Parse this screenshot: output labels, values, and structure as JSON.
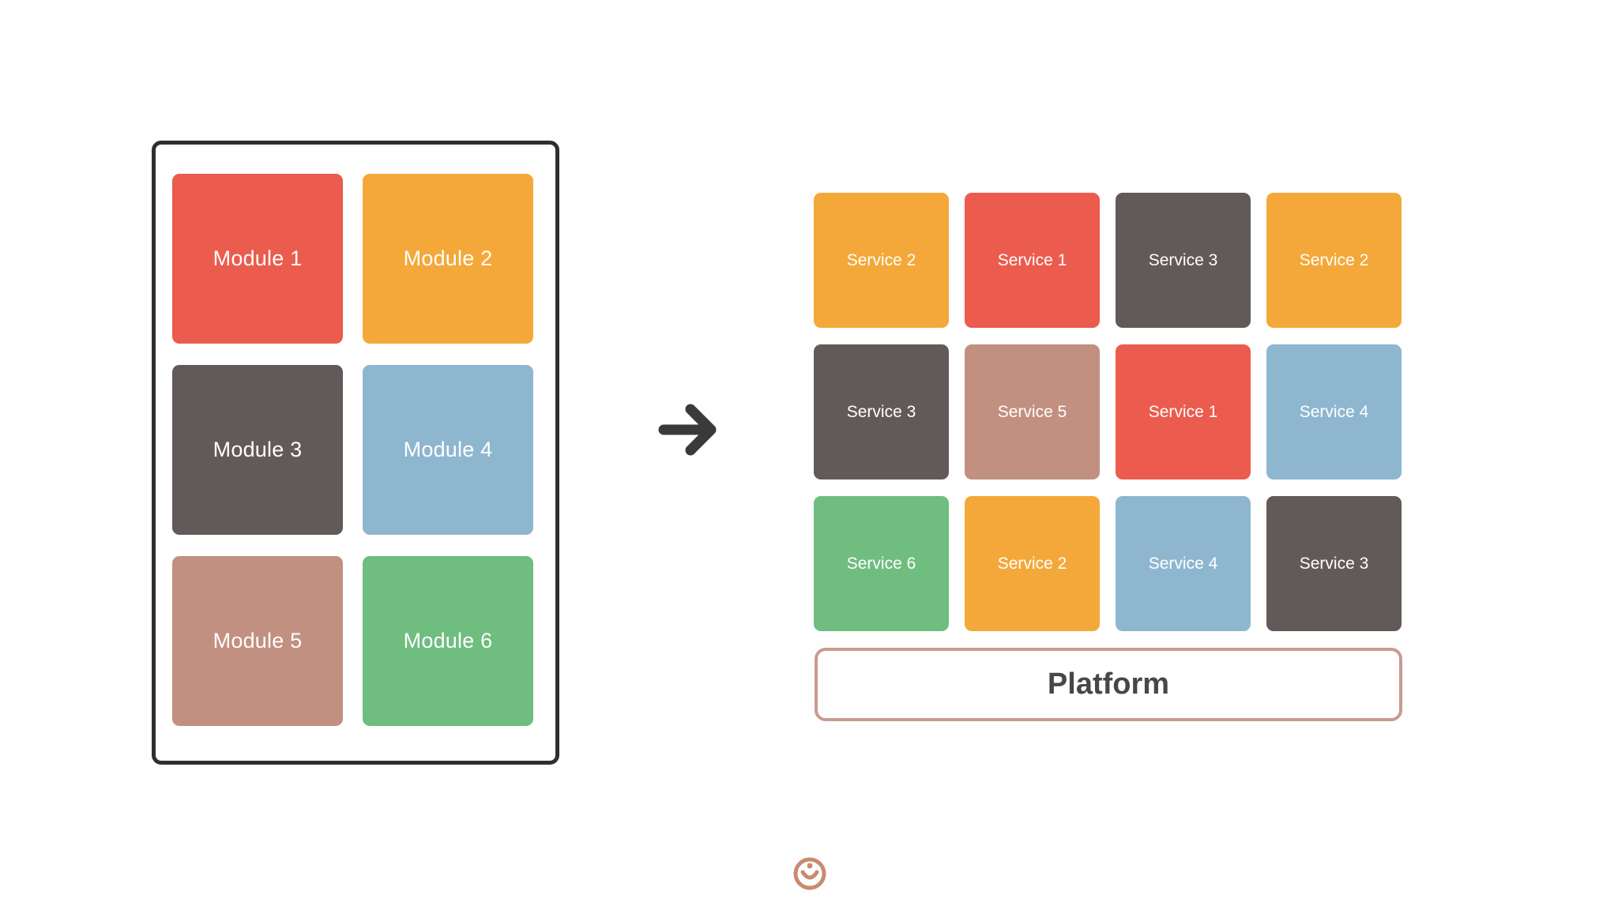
{
  "colors": {
    "red": "#eb5c4e",
    "orange": "#f4a83a",
    "dark": "#625a59",
    "blue": "#8eb7cf",
    "rose": "#c29080",
    "green": "#70bd80",
    "arrow": "#3a3a3a",
    "platform_border": "#c99a90",
    "logo": "#c98a70"
  },
  "monolith": {
    "modules": [
      {
        "label": "Module 1",
        "color": "#eb5c4e"
      },
      {
        "label": "Module 2",
        "color": "#f4a83a"
      },
      {
        "label": "Module 3",
        "color": "#625a59"
      },
      {
        "label": "Module 4",
        "color": "#8eb7cf"
      },
      {
        "label": "Module 5",
        "color": "#c29080"
      },
      {
        "label": "Module 6",
        "color": "#70bd80"
      }
    ]
  },
  "arrow_icon": "arrow-right-icon",
  "services": {
    "rows": [
      [
        {
          "label": "Service 2",
          "color": "#f4a83a"
        },
        {
          "label": "Service 1",
          "color": "#eb5c4e"
        },
        {
          "label": "Service 3",
          "color": "#625a59"
        },
        {
          "label": "Service 2",
          "color": "#f4a83a"
        }
      ],
      [
        {
          "label": "Service 3",
          "color": "#625a59"
        },
        {
          "label": "Service 5",
          "color": "#c29080"
        },
        {
          "label": "Service 1",
          "color": "#eb5c4e"
        },
        {
          "label": "Service 4",
          "color": "#8eb7cf"
        }
      ],
      [
        {
          "label": "Service 6",
          "color": "#70bd80"
        },
        {
          "label": "Service 2",
          "color": "#f4a83a"
        },
        {
          "label": "Service 4",
          "color": "#8eb7cf"
        },
        {
          "label": "Service 3",
          "color": "#625a59"
        }
      ]
    ]
  },
  "platform": {
    "label": "Platform"
  },
  "logo_icon": "brand-logo-icon"
}
